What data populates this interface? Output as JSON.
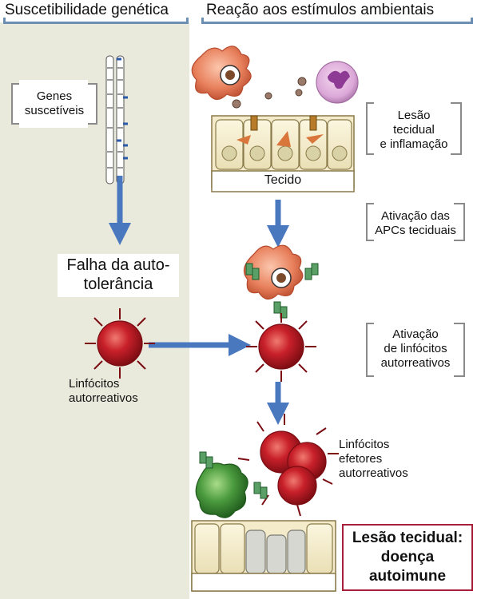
{
  "headers": {
    "left": "Suscetibilidade genética",
    "right": "Reação aos estímulos ambientais"
  },
  "left_panel": {
    "genes_label": [
      "Genes",
      "suscetíveis"
    ],
    "failure_label": [
      "Falha da auto-",
      "tolerância"
    ],
    "lymphocytes_label": [
      "Linfócitos",
      "autorreativos"
    ]
  },
  "right_panel": {
    "tissue_label": "Tecido",
    "injury_label": [
      "Lesão",
      "tecidual",
      "e inflamação"
    ],
    "apc_label": [
      "Ativação das",
      "APCs teciduais"
    ],
    "activation_label": [
      "Ativação",
      "de linfócitos",
      "autorreativos"
    ],
    "effector_label": [
      "Linfócitos",
      "efetores",
      "autorreativos"
    ],
    "outcome_label": [
      "Lesão tecidual:",
      "doença",
      "autoimune"
    ]
  },
  "colors": {
    "left_panel_bg": "#e9e9dc",
    "arrow": "#4a78bf",
    "header_rule": "#6d8fb4",
    "lymphocyte": "#c8202a",
    "apc": "#e8805c",
    "effector_green": "#4a9a3e",
    "outcome_border": "#a8203a"
  }
}
